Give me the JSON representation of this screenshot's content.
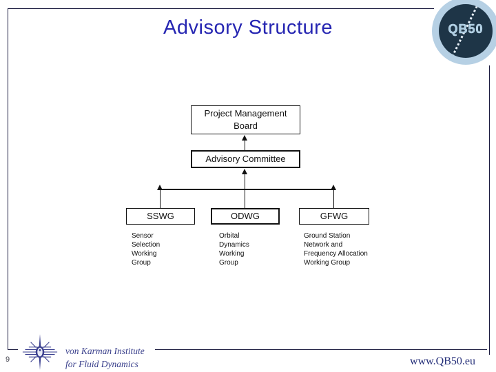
{
  "slide": {
    "title": "Advisory Structure",
    "page_number": "9"
  },
  "qb50_logo": {
    "text": "QB50"
  },
  "diagram": {
    "top_box": "Project Management Board",
    "committee_box": "Advisory Committee",
    "groups": [
      {
        "abbr": "SSWG",
        "description": "Sensor\nSelection\nWorking\nGroup"
      },
      {
        "abbr": "ODWG",
        "description": "Orbital\nDynamics\nWorking\nGroup"
      },
      {
        "abbr": "GFWG",
        "description": "Ground Station\nNetwork and\nFrequency Allocation\nWorking Group"
      }
    ]
  },
  "footer": {
    "institute_name": "von Karman Institute",
    "institute_subtitle": "for Fluid Dynamics",
    "website": "www.QB50.eu"
  },
  "colors": {
    "title_blue": "#2626b2",
    "frame_navy": "#1b1b3f",
    "diagram_black": "#111111",
    "logo_outer_blue": "#b6d0e4",
    "logo_inner_navy": "#1e3547",
    "logo_text_blue": "#a9cbe0",
    "institute_blue": "#3a408c",
    "website_navy": "#232d78"
  }
}
